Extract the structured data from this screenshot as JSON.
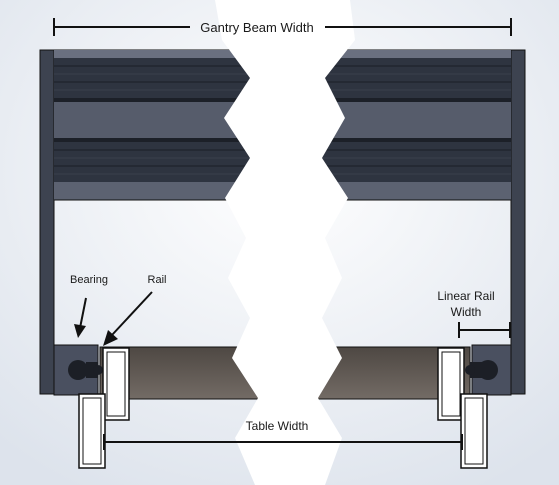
{
  "labels": {
    "gantry_beam_width": "Gantry Beam Width",
    "bearing": "Bearing",
    "rail": "Rail",
    "linear_rail_width_line1": "Linear Rail",
    "linear_rail_width_line2": "Width",
    "table_width": "Table Width"
  },
  "colors": {
    "background": "#e9edf3",
    "beam_dark": "#2e3440",
    "beam_mid": "#4a5060",
    "beam_light": "#6a7080",
    "table_top": "#5e5752",
    "rail_fill": "#ffffff",
    "outline": "#111111"
  }
}
